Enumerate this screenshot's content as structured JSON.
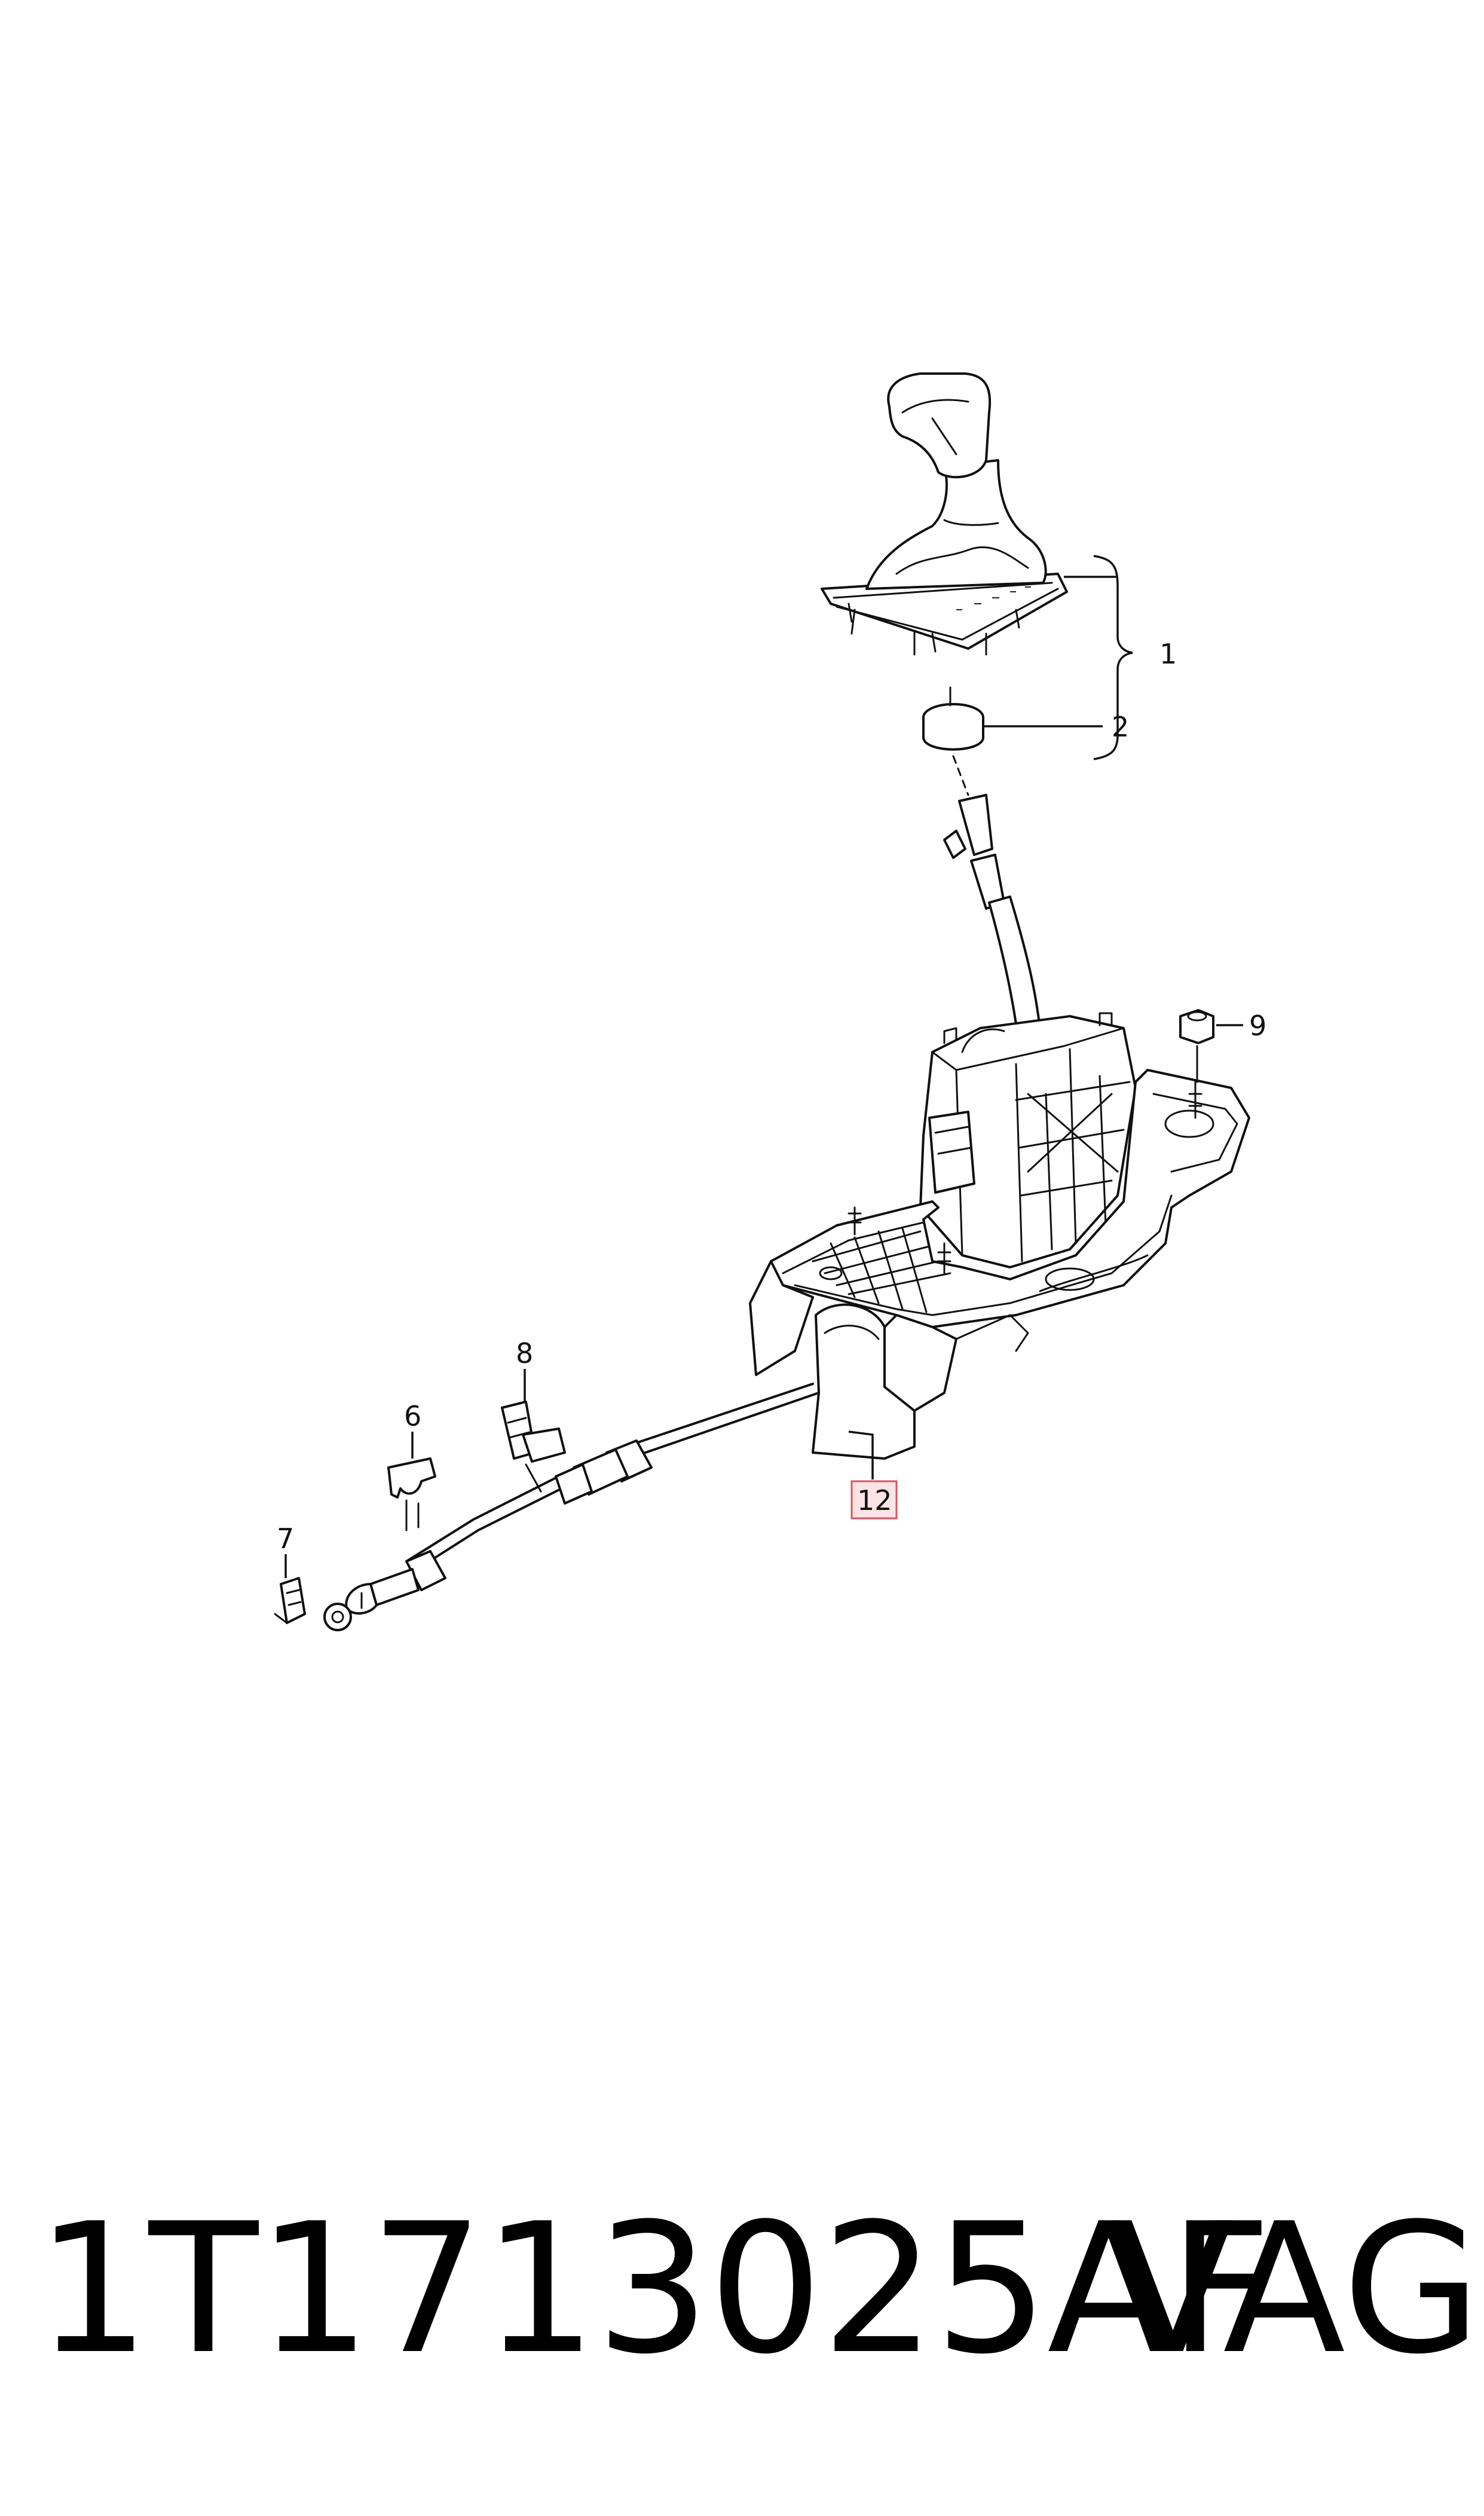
{
  "diagram": {
    "callouts": [
      {
        "id": "1",
        "label": "1"
      },
      {
        "id": "2",
        "label": "2"
      },
      {
        "id": "6",
        "label": "6"
      },
      {
        "id": "7",
        "label": "7"
      },
      {
        "id": "8",
        "label": "8"
      },
      {
        "id": "9",
        "label": "9"
      },
      {
        "id": "12",
        "label": "12",
        "highlighted": true
      }
    ],
    "highlight_color": "#d9535f",
    "highlight_fill": "#fbe3e6",
    "line_color": "#111111"
  },
  "footer": {
    "part_number": "1T1713025AF",
    "brand": "VAG"
  }
}
